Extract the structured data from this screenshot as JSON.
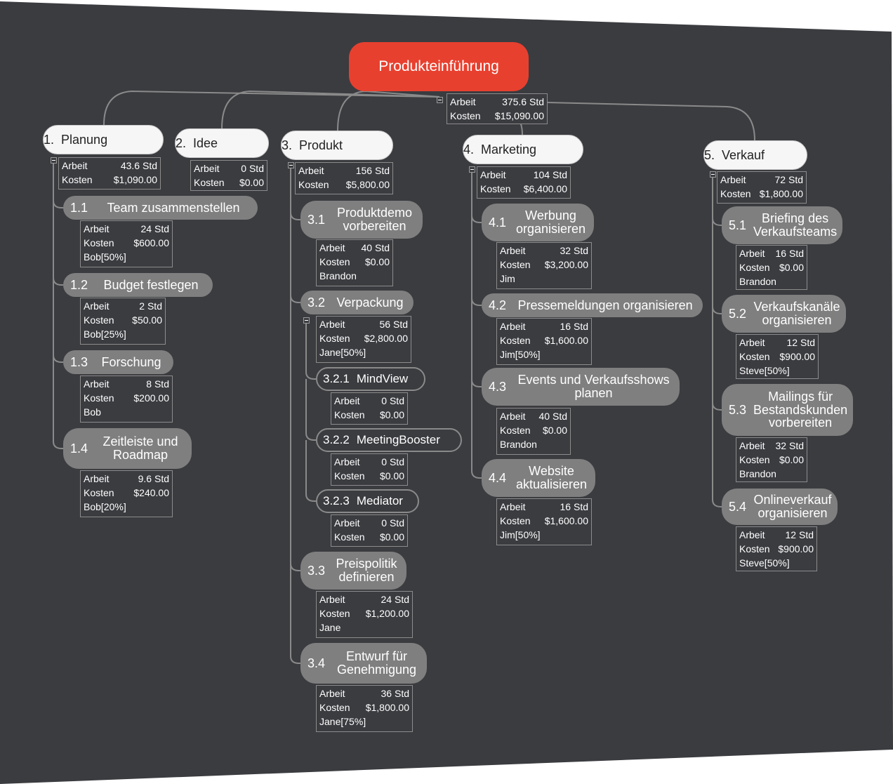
{
  "labels": {
    "work": "Arbeit",
    "cost": "Kosten"
  },
  "root": {
    "title": "Produkteinführung",
    "work": "375.6 Std",
    "cost": "$15,090.00"
  },
  "branches": [
    {
      "num": "1.",
      "title": "Planung",
      "work": "43.6 Std",
      "cost": "$1,090.00",
      "children": [
        {
          "num": "1.1",
          "title": "Team zusammenstellen",
          "work": "24 Std",
          "cost": "$600.00",
          "resource": "Bob[50%]"
        },
        {
          "num": "1.2",
          "title": "Budget festlegen",
          "work": "2 Std",
          "cost": "$50.00",
          "resource": "Bob[25%]"
        },
        {
          "num": "1.3",
          "title": "Forschung",
          "work": "8 Std",
          "cost": "$200.00",
          "resource": "Bob"
        },
        {
          "num": "1.4",
          "title": "Zeitleiste und Roadmap",
          "work": "9.6 Std",
          "cost": "$240.00",
          "resource": "Bob[20%]"
        }
      ]
    },
    {
      "num": "2.",
      "title": "Idee",
      "work": "0 Std",
      "cost": "$0.00",
      "children": []
    },
    {
      "num": "3.",
      "title": "Produkt",
      "work": "156 Std",
      "cost": "$5,800.00",
      "children": [
        {
          "num": "3.1",
          "title": "Produktdemo vorbereiten",
          "work": "40 Std",
          "cost": "$0.00",
          "resource": "Brandon"
        },
        {
          "num": "3.2",
          "title": "Verpackung",
          "work": "56 Std",
          "cost": "$2,800.00",
          "resource": "Jane[50%]",
          "children": [
            {
              "num": "3.2.1",
              "title": "MindView",
              "work": "0 Std",
              "cost": "$0.00"
            },
            {
              "num": "3.2.2",
              "title": "MeetingBooster",
              "work": "0 Std",
              "cost": "$0.00"
            },
            {
              "num": "3.2.3",
              "title": "Mediator",
              "work": "0 Std",
              "cost": "$0.00"
            }
          ]
        },
        {
          "num": "3.3",
          "title": "Preispolitik definieren",
          "work": "24 Std",
          "cost": "$1,200.00",
          "resource": "Jane"
        },
        {
          "num": "3.4",
          "title": "Entwurf für Genehmigung",
          "work": "36 Std",
          "cost": "$1,800.00",
          "resource": "Jane[75%]"
        }
      ]
    },
    {
      "num": "4.",
      "title": "Marketing",
      "work": "104 Std",
      "cost": "$6,400.00",
      "children": [
        {
          "num": "4.1",
          "title": "Werbung organisieren",
          "work": "32 Std",
          "cost": "$3,200.00",
          "resource": "Jim"
        },
        {
          "num": "4.2",
          "title": "Pressemeldungen organisieren",
          "work": "16 Std",
          "cost": "$1,600.00",
          "resource": "Jim[50%]"
        },
        {
          "num": "4.3",
          "title": "Events und Verkaufsshows planen",
          "work": "40 Std",
          "cost": "$0.00",
          "resource": "Brandon"
        },
        {
          "num": "4.4",
          "title": "Website aktualisieren",
          "work": "16 Std",
          "cost": "$1,600.00",
          "resource": "Jim[50%]"
        }
      ]
    },
    {
      "num": "5.",
      "title": "Verkauf",
      "work": "72 Std",
      "cost": "$1,800.00",
      "children": [
        {
          "num": "5.1",
          "title": "Briefing des Verkaufsteams",
          "work": "16 Std",
          "cost": "$0.00",
          "resource": "Brandon"
        },
        {
          "num": "5.2",
          "title": "Verkaufskanäle organisieren",
          "work": "12 Std",
          "cost": "$900.00",
          "resource": "Steve[50%]"
        },
        {
          "num": "5.3",
          "title": "Mailings für Bestandskunden vorbereiten",
          "work": "32 Std",
          "cost": "$0.00",
          "resource": "Brandon"
        },
        {
          "num": "5.4",
          "title": "Onlineverkauf organisieren",
          "work": "12 Std",
          "cost": "$900.00",
          "resource": "Steve[50%]"
        }
      ]
    }
  ]
}
